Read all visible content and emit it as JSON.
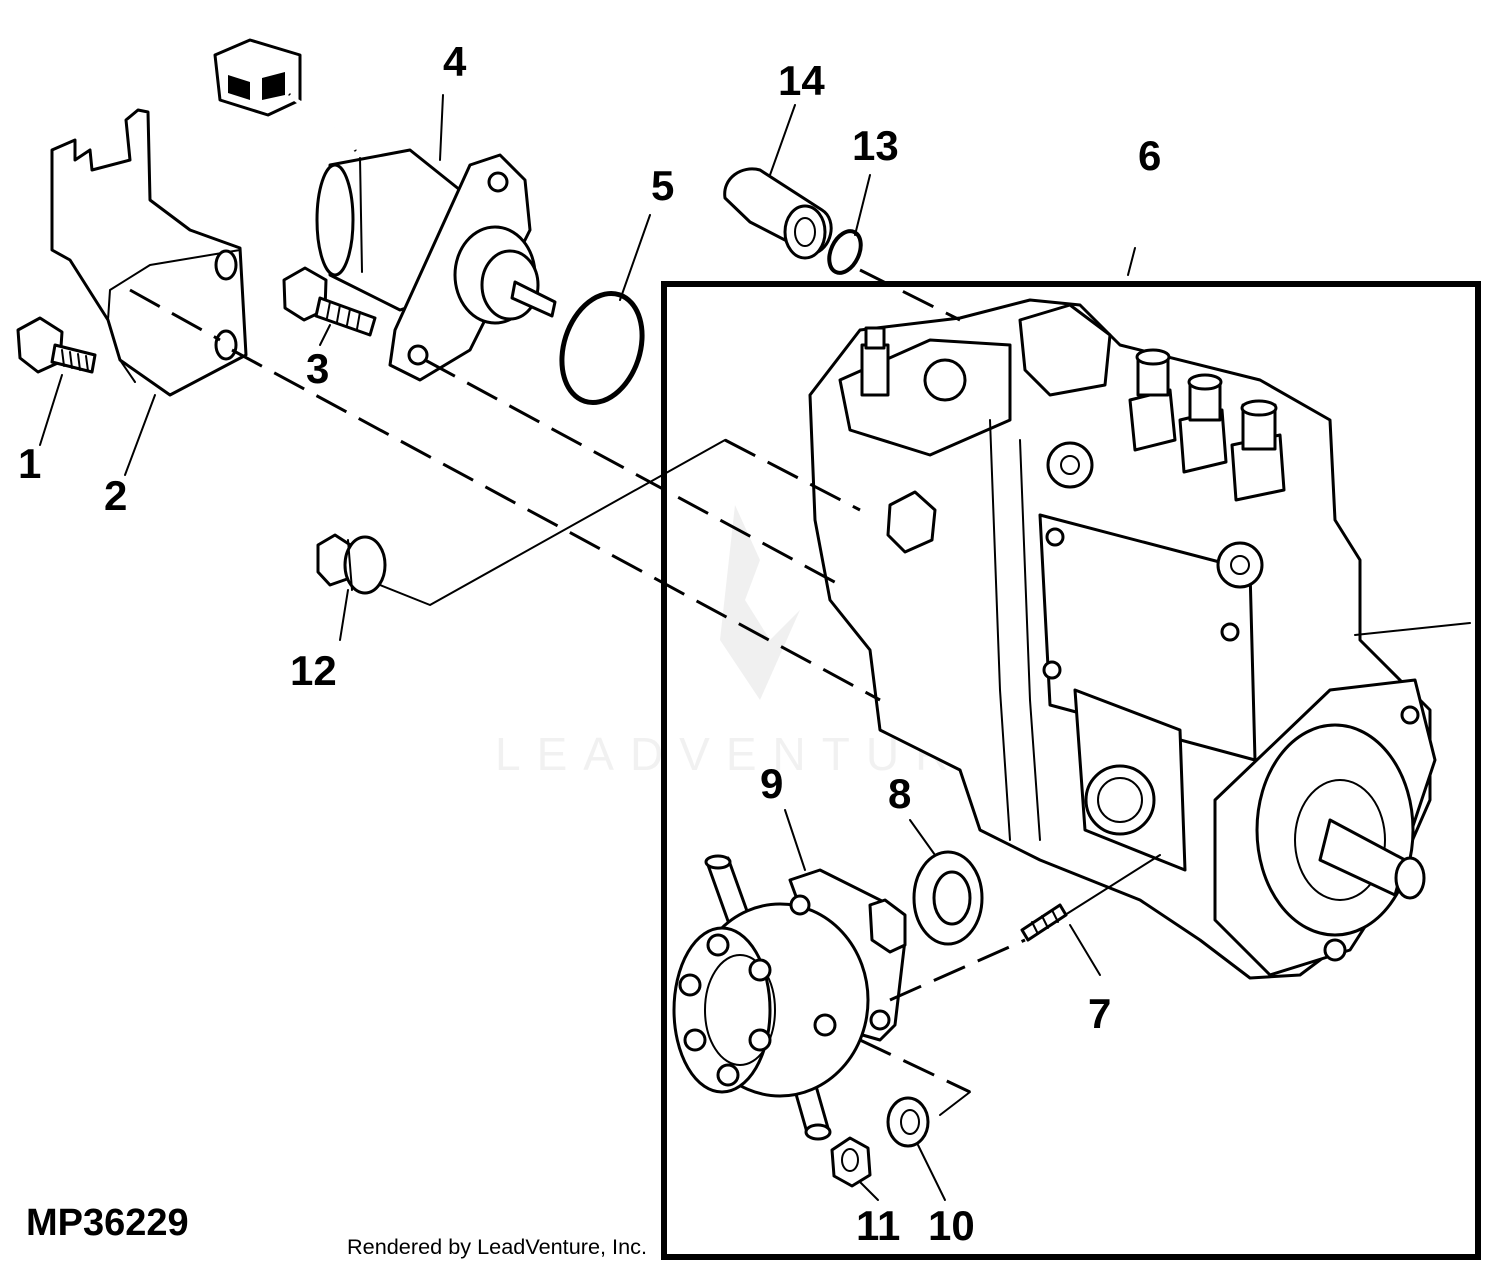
{
  "diagram_code": "MP36229",
  "credit": "Rendered by LeadVenture, Inc.",
  "watermark": "LEADVENTURE",
  "callouts": [
    "1",
    "2",
    "3",
    "4",
    "5",
    "6",
    "7",
    "8",
    "9",
    "10",
    "11",
    "12",
    "13",
    "14"
  ]
}
